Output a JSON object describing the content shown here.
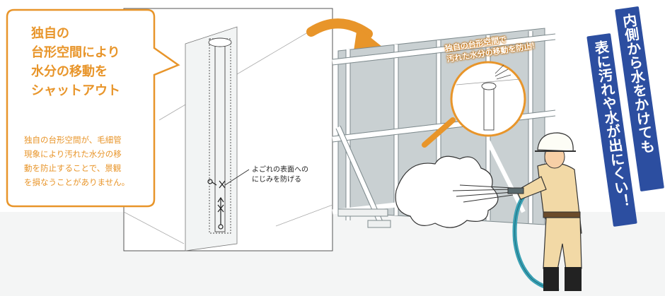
{
  "bubble": {
    "title": "独自の\n台形空間により\n水分の移動を\nシャットアウト",
    "body": "独自の台形空間が、毛細管\n現象により汚れた水分の移\n動を防止することで、景観\nを損なうことがありません。"
  },
  "detail_note": "よごれの表面への\nにじみを防げる",
  "panel_callout": "独自の台形空間で\n汚れた水分の移動を防止！",
  "banners": [
    {
      "text": "内側から水をかけても"
    },
    {
      "text": "表に汚れや水が出にくい！"
    }
  ],
  "colors": {
    "accent_orange": "#e8952a",
    "banner_blue": "#2c4ea0",
    "panel_gray": "#c9d0d2"
  }
}
